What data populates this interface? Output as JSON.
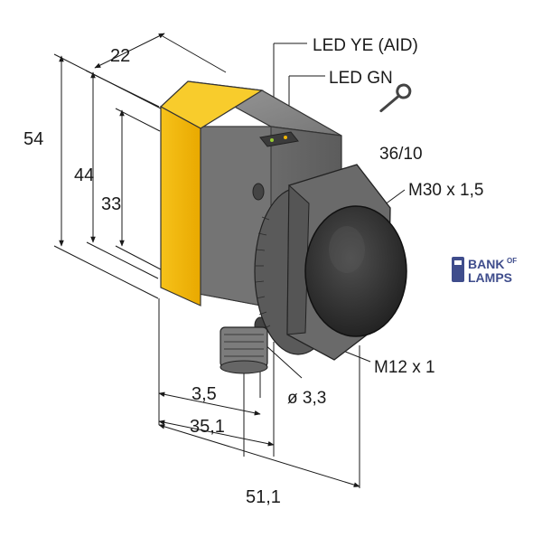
{
  "dimensions": {
    "width_top": "22",
    "height_overall": "54",
    "height_body": "44",
    "height_inner": "33",
    "offset_connector": "3,5",
    "depth_body": "35,1",
    "depth_overall": "51,1"
  },
  "callouts": {
    "led_yellow": "LED YE (AID)",
    "led_green": "LED GN",
    "wrench_size": "36/10",
    "front_thread": "M30 x 1,5",
    "connector_thread": "M12 x 1",
    "hole_diameter": "ø 3,3"
  },
  "logo": {
    "line1": "BANK",
    "line1_sup": "OF",
    "line2": "LAMPS"
  },
  "colors": {
    "housing_yellow": "#f2b705",
    "housing_gray": "#6e6e6e",
    "lens_dark": "#2b2b2b",
    "logo_blue": "#3f4d8c"
  }
}
